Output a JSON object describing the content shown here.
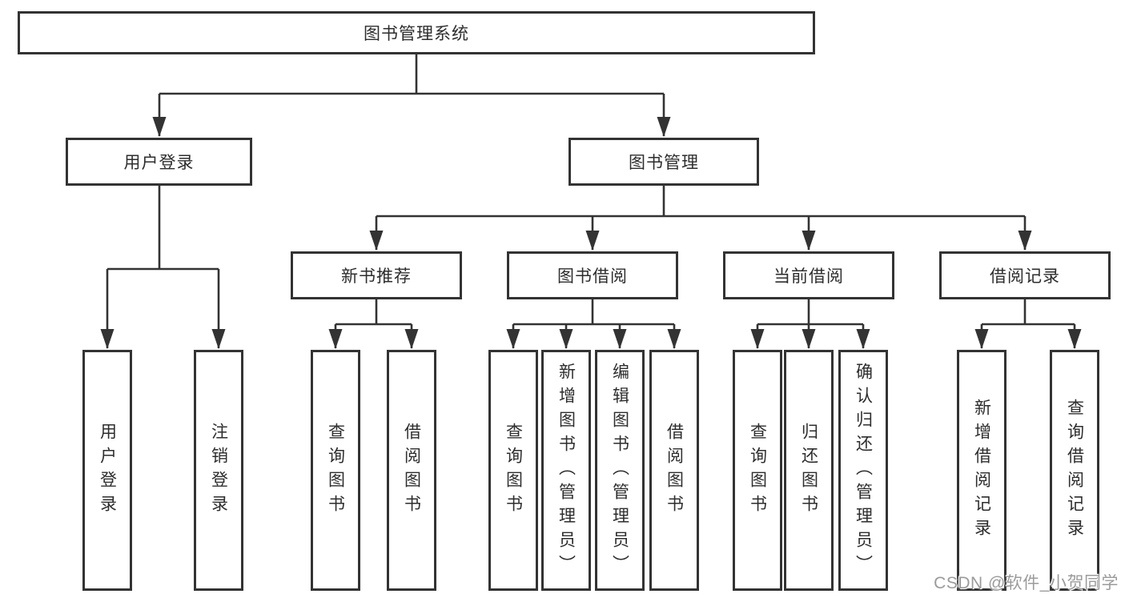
{
  "diagram": {
    "title": "图书管理系统",
    "watermark": "CSDN @软件_小贺同学",
    "branches": [
      {
        "label": "用户登录",
        "children": [
          {
            "label": "用户登录"
          },
          {
            "label": "注销登录"
          }
        ]
      },
      {
        "label": "图书管理",
        "children": [
          {
            "label": "新书推荐",
            "children": [
              {
                "label": "查询图书"
              },
              {
                "label": "借阅图书"
              }
            ]
          },
          {
            "label": "图书借阅",
            "children": [
              {
                "label": "查询图书"
              },
              {
                "label": "新增图书（管理员）"
              },
              {
                "label": "编辑图书（管理员）"
              },
              {
                "label": "借阅图书"
              }
            ]
          },
          {
            "label": "当前借阅",
            "children": [
              {
                "label": "查询图书"
              },
              {
                "label": "归还图书"
              },
              {
                "label": "确认归还（管理员）"
              }
            ]
          },
          {
            "label": "借阅记录",
            "children": [
              {
                "label": "新增借阅记录"
              },
              {
                "label": "查询借阅记录"
              }
            ]
          }
        ]
      }
    ],
    "colors": {
      "line": "#333333",
      "box_border": "#333333",
      "text": "#2d2d2d",
      "watermark": "#9b9b9b",
      "background": "#ffffff"
    }
  }
}
